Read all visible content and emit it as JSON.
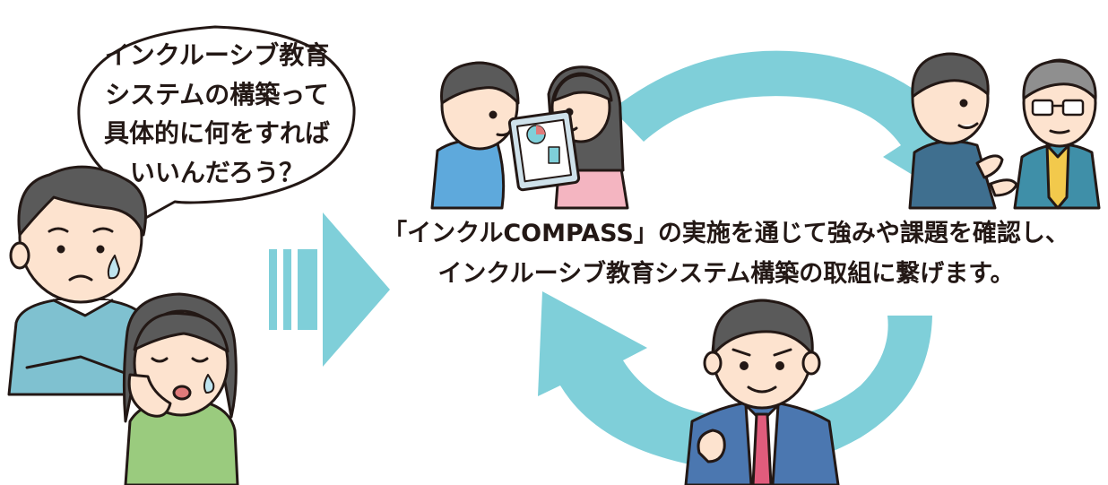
{
  "speech_bubble": {
    "lines": [
      "インクルーシブ教育",
      "システムの構築って",
      "具体的に何をすれば",
      "いいんだろう？"
    ]
  },
  "caption": {
    "lines": [
      "「インクルCOMPASS」の実施を通じて強みや課題を確認し、",
      "インクルーシブ教育システム構築の取組に繋げます。"
    ]
  },
  "colors": {
    "cycle_arrow": "#7fcfd9",
    "text": "#231815",
    "skin": "#fde3cf",
    "hair": "#5a5a5a"
  },
  "icons": [
    "worried-man",
    "worried-woman",
    "woman-with-tablet",
    "man-listening",
    "man-explaining",
    "man-with-glasses",
    "confident-man",
    "transition-arrow",
    "cycle-arrow"
  ]
}
